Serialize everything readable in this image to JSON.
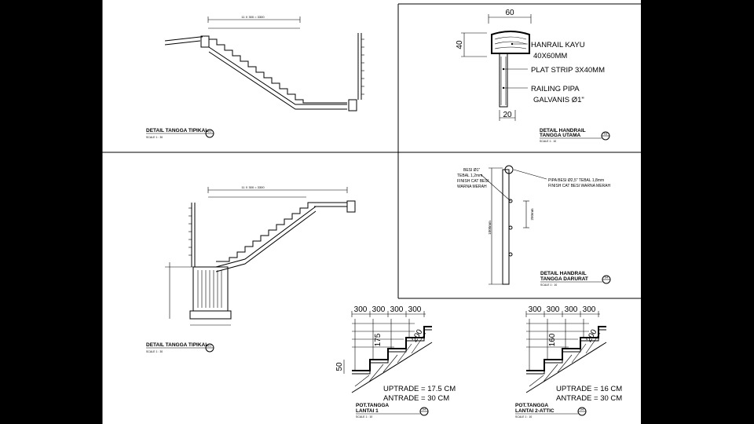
{
  "colors": {
    "background": "#000000",
    "sheet": "#ffffff",
    "ink": "#000000"
  },
  "drawings": [
    {
      "title": "DETAIL TANGGA TIPIKAL",
      "scale": "SCALE 1 : 30",
      "number": "01",
      "dim_top": "11 X 300 = 3300"
    },
    {
      "title": "DETAIL HANDRAIL TANGGA UTAMA",
      "title_l1": "DETAIL HANDRAIL",
      "title_l2": "TANGGA UTAMA",
      "scale": "SCALE 1 : 10",
      "number": "03",
      "dim_top": "60",
      "dim_left": "40",
      "dim_bottom": "20",
      "labels": [
        "HANRAIL KAYU",
        "40X60MM",
        "PLAT STRIP 3X40MM",
        "RAILING PIPA",
        "GALVANIS Ø1\""
      ]
    },
    {
      "title": "DETAIL TANGGA TIPIKAL",
      "scale": "SCALE 1 : 30",
      "number": "01",
      "dim_top": "11 X 300 = 3300"
    },
    {
      "title": "DETAIL HANDRAIL TANGGA DARURAT",
      "title_l1": "DETAIL HANDRAIL",
      "title_l2": "TANGGA DARURAT",
      "scale": "SCALE 1 : 10",
      "number": "04",
      "labels": [
        "BESI Ø1\"",
        "TEBAL 1,2mm",
        "FINISH CAT BESI",
        "WARNA MERAH",
        "PIPA BESI Ø2,5\" TEBAL 1,8mm",
        "FINISH CAT BESI WARNA MERAH"
      ],
      "dim_height": "1000mm",
      "dim_spacing": "250mm"
    },
    {
      "title_l1": "POT.TANGGA",
      "title_l2": "LANTAI 1",
      "scale": "SCALE 1 : 10",
      "number": "04",
      "dims_top": [
        "300",
        "300",
        "300",
        "300"
      ],
      "dim_rise": "175",
      "dim_slab": "200",
      "dim_left": "50",
      "uptrade": "UPTRADE = 17.5 CM",
      "antrade": "ANTRADE = 30 CM"
    },
    {
      "title_l1": "POT.TANGGA",
      "title_l2": "LANTAI 2-ATTIC",
      "scale": "SCALE 1 : 10",
      "number": "04",
      "dims_top": [
        "300",
        "300",
        "300",
        "300"
      ],
      "dim_rise": "160",
      "dim_slab": "200",
      "uptrade": "UPTRADE = 16 CM",
      "antrade": "ANTRADE = 30 CM"
    }
  ]
}
